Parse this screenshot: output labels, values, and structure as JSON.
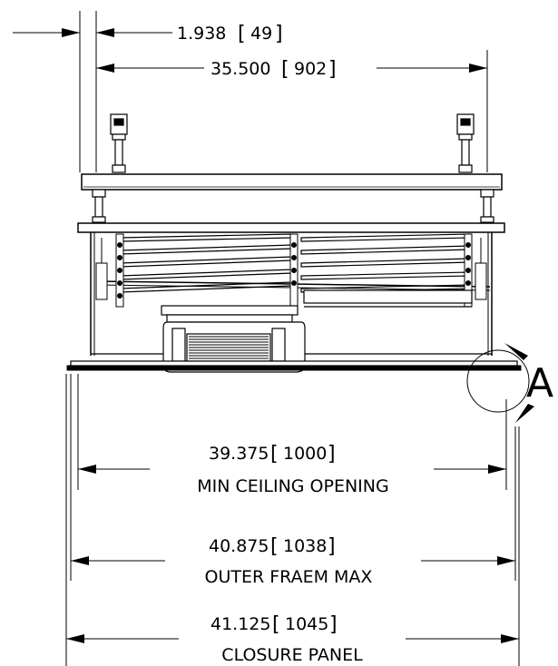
{
  "dimensions": {
    "offset": {
      "value": "1.938",
      "metric": "49"
    },
    "bolt_span": {
      "value": "35.500",
      "metric": "902"
    },
    "ceiling_opening": {
      "value": "39.375",
      "metric": "1000",
      "label": "MIN CEILING OPENING"
    },
    "outer_frame": {
      "value": "40.875",
      "metric": "1038",
      "label": "OUTER FRAEM MAX"
    },
    "closure_panel": {
      "value": "41.125",
      "metric": "1045",
      "label": "CLOSURE PANEL"
    }
  },
  "detail_callout": {
    "letter": "A"
  },
  "colors": {
    "line": "#000000",
    "background": "#ffffff",
    "shade": "#e8e8e8"
  }
}
